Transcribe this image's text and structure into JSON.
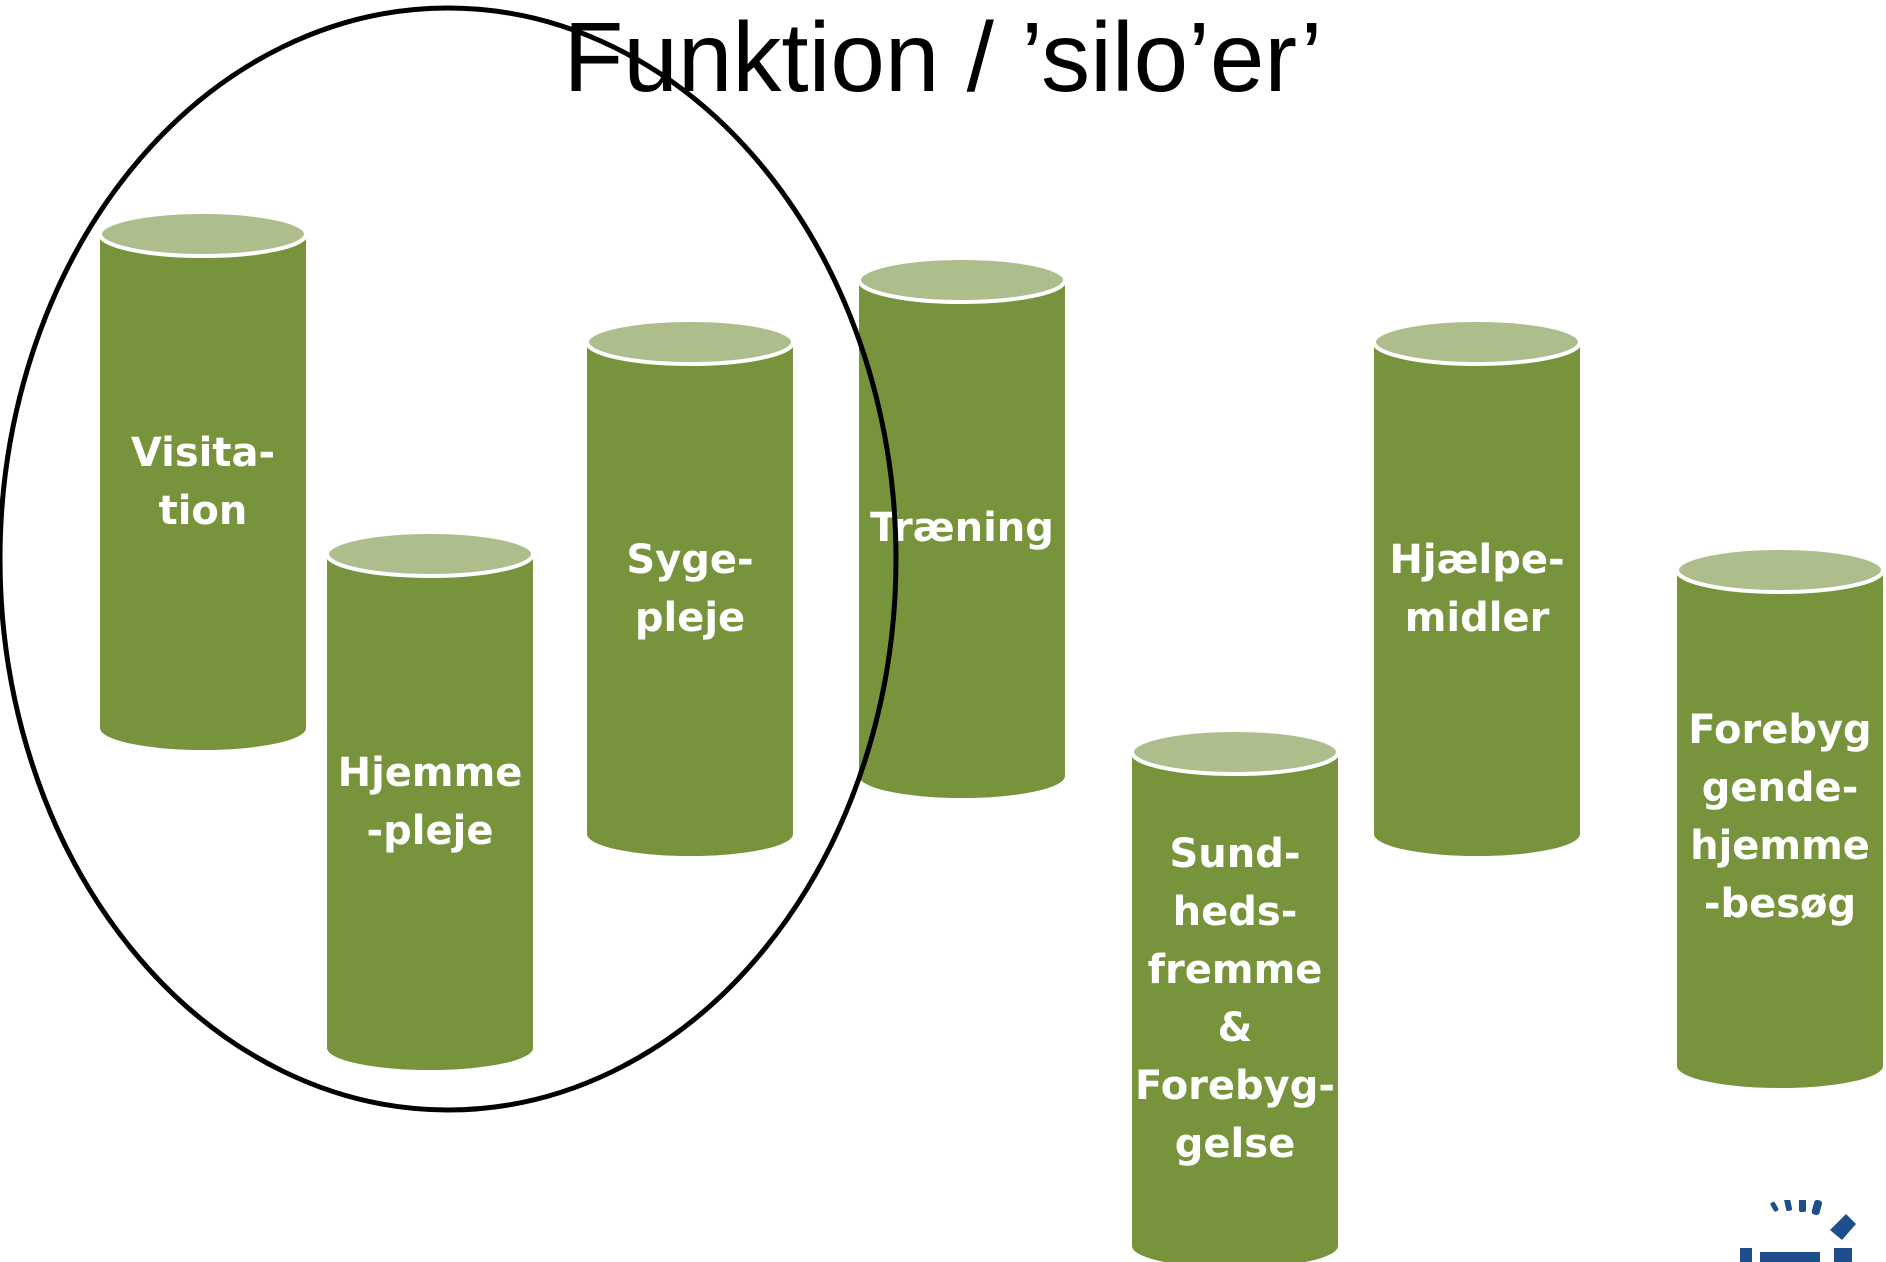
{
  "title": "Funktion / ’silo’er’",
  "colors": {
    "silo_body": "#77933C",
    "silo_top": "#ADBE8C",
    "silo_outline": "#FFFFFF",
    "ellipse_stroke": "#000000",
    "label_text": "#FFFFFF",
    "logo_blue": "#1F4E8C"
  },
  "silos": [
    {
      "id": "visitation",
      "label_lines": [
        "Visita-",
        "tion"
      ]
    },
    {
      "id": "hjemmepleje",
      "label_lines": [
        "Hjemme",
        "-pleje"
      ]
    },
    {
      "id": "sygepleje",
      "label_lines": [
        "Syge-",
        "pleje"
      ]
    },
    {
      "id": "traening",
      "label_lines": [
        "Træning"
      ]
    },
    {
      "id": "sundhedsfremme",
      "label_lines": [
        "Sund-",
        "heds-",
        "fremme",
        "&",
        "Forebyg-",
        "gelse"
      ]
    },
    {
      "id": "hjaelpemidler",
      "label_lines": [
        "Hjælpe-",
        "midler"
      ]
    },
    {
      "id": "forebyggende",
      "label_lines": [
        "Forebyg",
        "gende-",
        "hjemme",
        "-besøg"
      ]
    }
  ],
  "grouping": {
    "name": "circled-group",
    "members": [
      "visitation",
      "hjemmepleje",
      "sygepleje"
    ]
  },
  "logo": {
    "icon": "organisation-logo-icon"
  }
}
